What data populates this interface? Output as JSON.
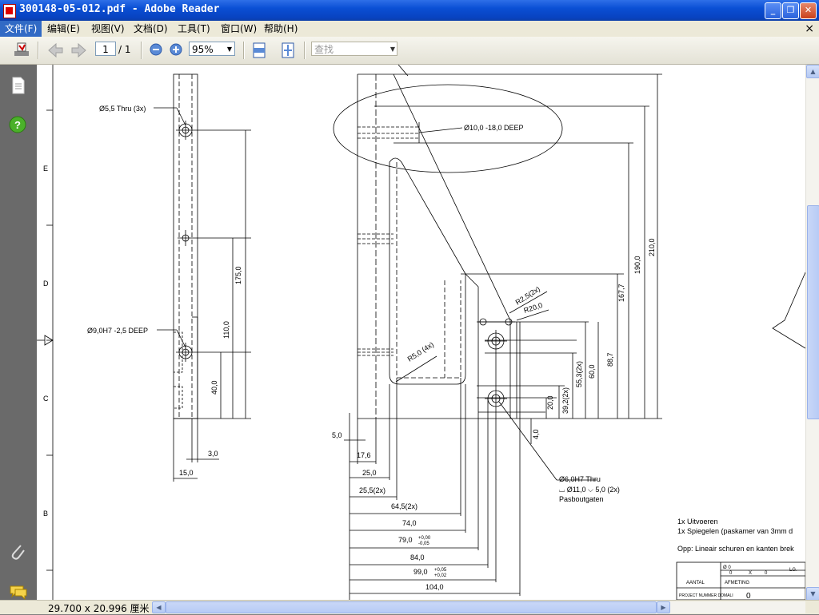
{
  "window": {
    "title": "300148-05-012.pdf - Adobe Reader",
    "min_glyph": "_",
    "max_glyph": "❐",
    "close_glyph": "✕"
  },
  "menu": {
    "items": [
      {
        "label": "文件(F)"
      },
      {
        "label": "编辑(E)"
      },
      {
        "label": "视图(V)"
      },
      {
        "label": "文档(D)"
      },
      {
        "label": "工具(T)"
      },
      {
        "label": "窗口(W)"
      },
      {
        "label": "帮助(H)"
      }
    ],
    "doc_close_glyph": "×"
  },
  "toolbar": {
    "page_current": "1",
    "page_total": "/ 1",
    "zoom": "95%",
    "search_placeholder": "查找"
  },
  "status": {
    "page_size": "29.700 x 20.996 厘米"
  },
  "drawing": {
    "zone_letters": [
      "E",
      "D",
      "C",
      "B"
    ],
    "left_view": {
      "hole_top": "Ø5,5 Thru (3x)",
      "hole_bottom": "Ø9,0H7 -2,5 DEEP",
      "dims": [
        "175,0",
        "110,0",
        "40,0",
        "3,0",
        "15,0"
      ]
    },
    "main_view": {
      "deep_hole": "Ø10,0 -18,0 DEEP",
      "vertical_dims": [
        "210,0",
        "190,0",
        "167,7",
        "88,7",
        "60,0",
        "55,3(2x)",
        "39,2(2x)",
        "20,0",
        "4,0"
      ],
      "radii": [
        "R2,5(2x)",
        "R20,0",
        "R5,0 (4x)"
      ],
      "horizontal_dims": [
        "5,0",
        "17,6",
        "25,0",
        "25,5(2x)",
        "64,5(2x)",
        "74,0",
        "79,0",
        "84,0",
        "99,0",
        "104,0"
      ],
      "tol_79_upper": "+0,00",
      "tol_79_lower": "-0,05",
      "tol_99_upper": "+0,05",
      "tol_99_lower": "+0,02",
      "dowel_hole_1": "Ø6,0H7 Thru",
      "dowel_hole_2": "⌴ Ø11,0 ⌵ 5,0 (2x)",
      "dowel_hole_3": "Pasboutgaten"
    },
    "notes": {
      "line1": "1x Uitvoeren",
      "line2": "1x Spiegelen (paskamer van 3mm d",
      "line3": "Opp: Lineair schuren en kanten brek"
    },
    "title_block": {
      "diam": "Ø 0",
      "zero1": "0",
      "x": "X",
      "zero2": "0",
      "lg": "LG.",
      "aantal": "AANTAL",
      "afmeting": "AFMETING",
      "project": "PROJECT NUMMER DOMALI",
      "project_value": "0"
    }
  }
}
